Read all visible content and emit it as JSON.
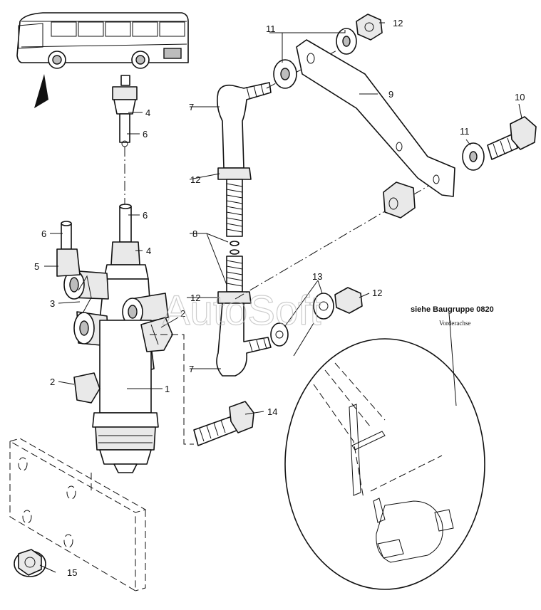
{
  "watermark": "AutoSoft",
  "reference": {
    "title": "siehe Baugruppe 0820",
    "subtitle": "Vorderachse"
  },
  "callouts": {
    "c1": "1",
    "c2a": "2",
    "c2b": "2",
    "c3": "3",
    "c4a": "4",
    "c4b": "4",
    "c5": "5",
    "c6a": "6",
    "c6b": "6",
    "c6c": "6",
    "c7a": "7",
    "c7b": "7",
    "c8": "8",
    "c9": "9",
    "c10": "10",
    "c11a": "11",
    "c11b": "11",
    "c12a": "12",
    "c12b": "12",
    "c12c": "12",
    "c12d": "12",
    "c13": "13",
    "c14": "14",
    "c15": "15"
  }
}
